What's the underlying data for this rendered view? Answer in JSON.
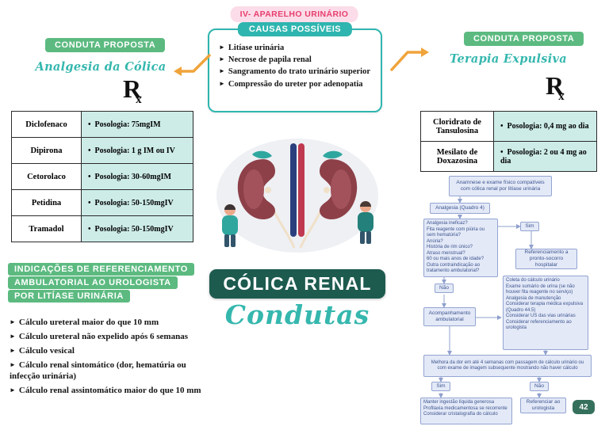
{
  "header": {
    "chapter": "IV-  APARELHO URINÁRIO"
  },
  "ui": {
    "bullet": "►",
    "dot": "•"
  },
  "rx_symbol": {
    "main": "R",
    "sub": "x"
  },
  "colors": {
    "green_badge": "#5cba80",
    "teal": "#2fb5af",
    "script_teal": "#35b7ae",
    "pink_text": "#e73e6f",
    "pink_bg": "#fbdce8",
    "dark_green": "#1d5b4f",
    "orange": "#f0a43b",
    "flow_text": "#3d548f",
    "flow_bg": "#e3e9f7",
    "table_fill": "#cdece8"
  },
  "causes": {
    "title": "CAUSAS POSSÍVEIS",
    "items": [
      "Litíase urinária",
      "Necrose de papila renal",
      "Sangramento do trato urinário superior",
      "Compressão do ureter por adenopatia"
    ]
  },
  "left": {
    "badge": "CONDUTA PROPOSTA",
    "subtitle": "Analgesia da Cólica",
    "table": {
      "rows": [
        {
          "drug": "Diclofenaco",
          "posology": "Posologia:  75mgIM"
        },
        {
          "drug": "Dipirona",
          "posology": "Posologia: 1 g IM ou IV"
        },
        {
          "drug": "Cetorolaco",
          "posology": "Posologia: 30-60mgIM"
        },
        {
          "drug": "Petidina",
          "posology": "Posologia: 50-150mgIV"
        },
        {
          "drug": "Tramadol",
          "posology": "Posologia: 50-150mgIV"
        }
      ]
    },
    "referral": {
      "badge_lines": [
        "INDICAÇÕES DE REFERENCIAMENTO",
        "AMBULATORIAL AO UROLOGISTA",
        "POR LITÍASE URINÁRIA"
      ],
      "items": [
        "Cálculo ureteral maior do que 10 mm",
        "Cálculo ureteral não expelido após 6 semanas",
        "Cálculo vesical",
        "Cálculo renal sintomático (dor, hematúria ou infecção urinária)",
        "Cálculo renal assintomático maior do que 10 mm"
      ]
    }
  },
  "center": {
    "title": "CÓLICA RENAL",
    "subtitle": "Condutas"
  },
  "right": {
    "badge": "CONDUTA PROPOSTA",
    "subtitle": "Terapia Expulsiva",
    "table": {
      "rows": [
        {
          "drug": "Cloridrato de Tansulosina",
          "posology": "Posologia:  0,4 mg ao dia"
        },
        {
          "drug": "Mesilato de Doxazosina",
          "posology": "Posologia:  2 ou 4 mg ao dia"
        }
      ]
    }
  },
  "flowchart": {
    "start": "Anamnese e exame físico compatíveis com cólica renal por litíase urinária",
    "analgesia": "Analgesia (Quadro 4)",
    "questions": "Analgesia ineficaz?\nFita reagente com piúria ou sem hematúria?\nAnúria?\nHistória de rim único?\nAtraso menstrual?\n60 ou mais anos de idade?\nOutra contraindicação ao tratamento ambulatorial?",
    "yes_1": "Sim",
    "no_1": "Não",
    "referral_er": "Referenciamento a pronto-socorro hospitalar",
    "outpatient": "Acompanhamento ambulatorial",
    "management": "Coleta do cálculo urinário\nExame sumário de urina (se não houver fita reagente no serviço)\nAnalgesia de manutenção\nConsiderar terapia médica expulsiva (Quadro 44.5)\nConsiderar US das vias urinárias\nConsiderar referenciamento ao urologista",
    "improvement": "Melhora da dor em até 4 semanas com passagem de cálculo urinário ou com exame de imagem subsequente mostrando não haver cálculo",
    "yes_2": "Sim",
    "no_2": "Não",
    "maintain": "Manter ingestão líquida generosa\nProfilaxia medicamentosa se recorrente\nConsiderar cristalografia do cálculo",
    "refer_uro": "Referenciar ao urologista"
  },
  "page_number": "42"
}
